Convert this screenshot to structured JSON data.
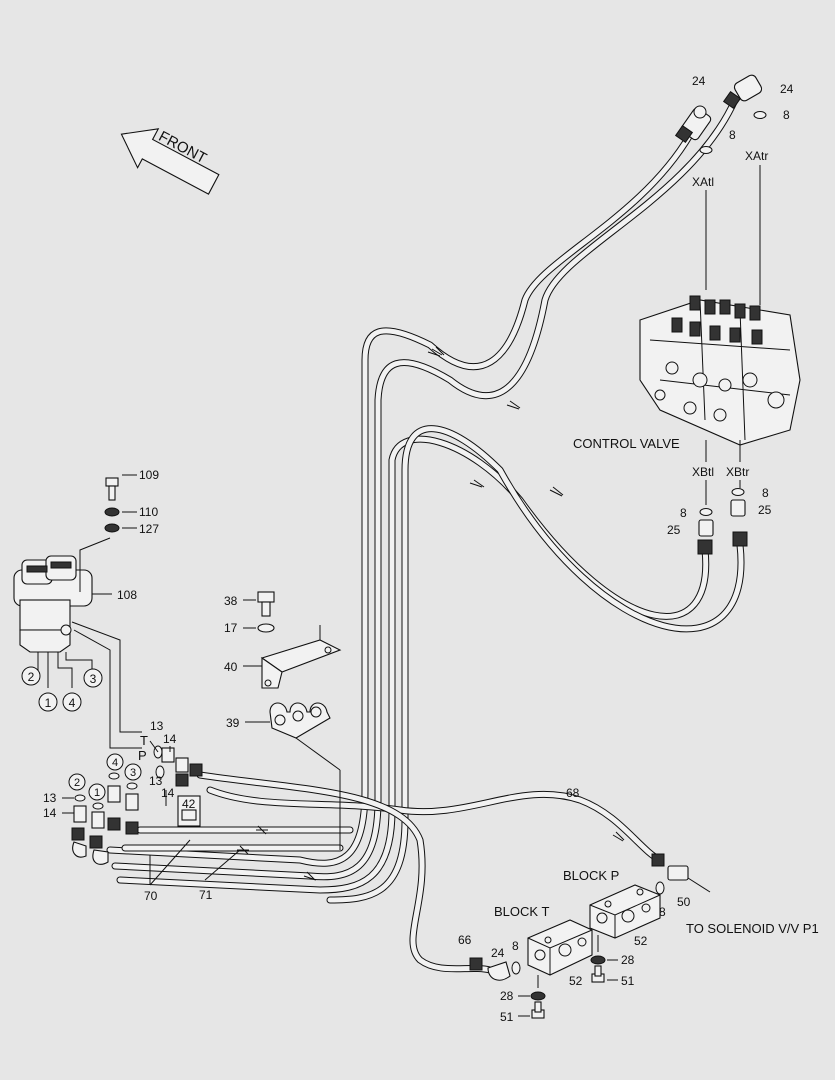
{
  "front_label": "FRONT",
  "part_numbers": {
    "p8": "8",
    "p13": "13",
    "p14": "14",
    "p17": "17",
    "p24": "24",
    "p25": "25",
    "p28": "28",
    "p38": "38",
    "p39": "39",
    "p40": "40",
    "p42": "42",
    "p50": "50",
    "p51": "51",
    "p52": "52",
    "p66": "66",
    "p68": "68",
    "p70": "70",
    "p71": "71",
    "p108": "108",
    "p109": "109",
    "p110": "110",
    "p127": "127"
  },
  "port_labels": {
    "xatl": "XAtl",
    "xatr": "XAtr",
    "xbtl": "XBtl",
    "xbtr": "XBtr",
    "t": "T",
    "p": "P"
  },
  "circled_numbers": {
    "c1": "1",
    "c2": "2",
    "c3": "3",
    "c4": "4"
  },
  "text_labels": {
    "control_valve": "CONTROL VALVE",
    "block_p": "BLOCK P",
    "block_t": "BLOCK T",
    "to_solenoid": "TO SOLENOID V/V P1"
  },
  "colors": {
    "background": "#e6e6e6",
    "line": "#111111"
  }
}
